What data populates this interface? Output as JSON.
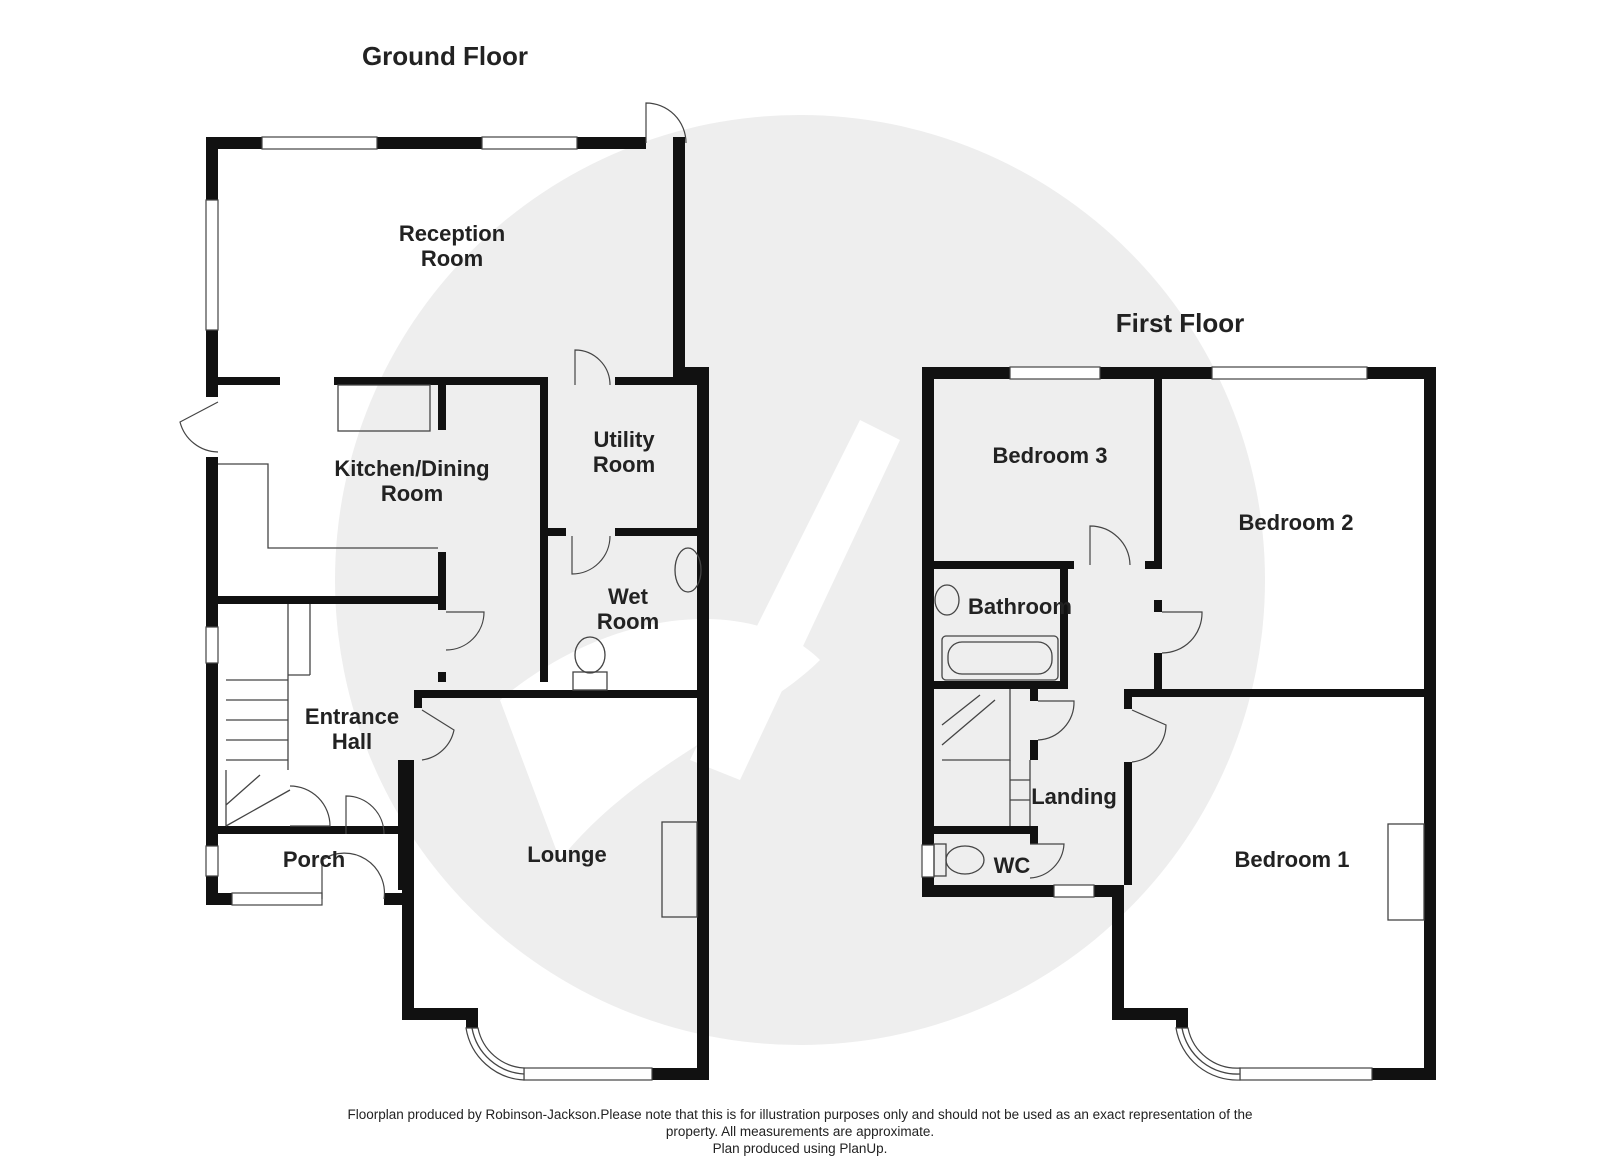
{
  "floors": {
    "ground": {
      "title": "Ground Floor",
      "rooms": {
        "reception": [
          "Reception",
          "Room"
        ],
        "kitchen": [
          "Kitchen/Dining",
          "Room"
        ],
        "utility": [
          "Utility",
          "Room"
        ],
        "wet": [
          "Wet",
          "Room"
        ],
        "hall": [
          "Entrance",
          "Hall"
        ],
        "porch": [
          "Porch"
        ],
        "lounge": [
          "Lounge"
        ]
      }
    },
    "first": {
      "title": "First Floor",
      "rooms": {
        "bedroom3": [
          "Bedroom 3"
        ],
        "bedroom2": [
          "Bedroom 2"
        ],
        "bathroom": [
          "Bathroom"
        ],
        "landing": [
          "Landing"
        ],
        "wc": [
          "WC"
        ],
        "bedroom1": [
          "Bedroom 1"
        ]
      }
    }
  },
  "footer": {
    "line1": "Floorplan produced by Robinson-Jackson.Please note that this is for illustration purposes only and should not be used as an exact representation of the",
    "line2": "property. All measurements are approximate.",
    "line3": "Plan produced using PlanUp."
  },
  "colors": {
    "wall": "#111111",
    "watermark": "#eeeeee",
    "text": "#222222"
  }
}
